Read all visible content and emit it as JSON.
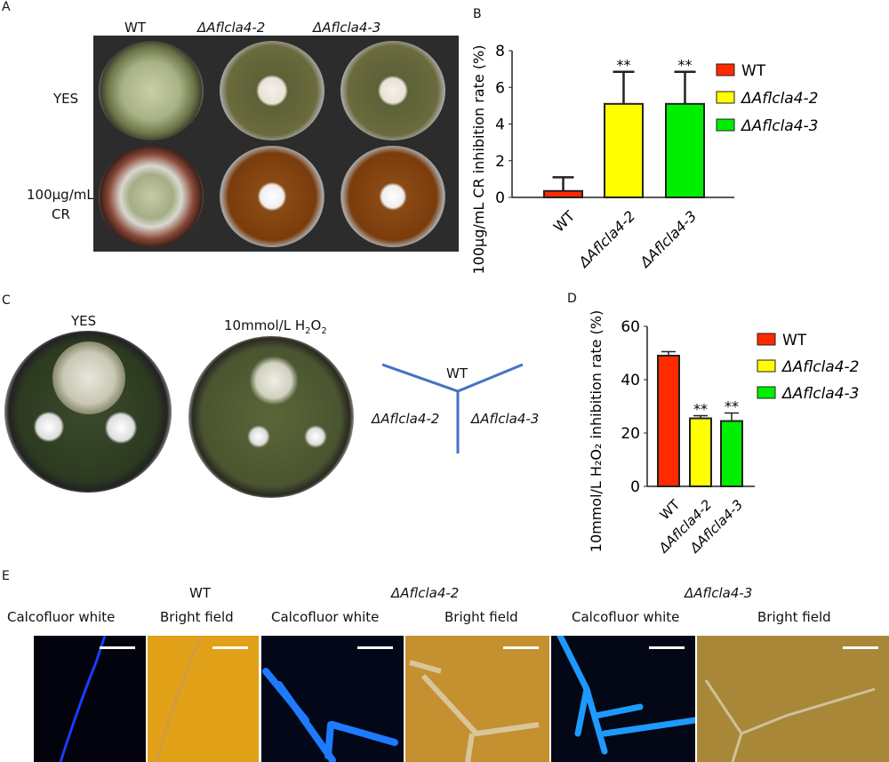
{
  "panel_labels": {
    "a": "A",
    "b": "B",
    "c": "C",
    "d": "D",
    "e": "E"
  },
  "panel_a": {
    "columns": [
      "WT",
      "ΔAflcla4-2",
      "ΔAflcla4-3"
    ],
    "rows": [
      "YES",
      "100μg/mL",
      "CR"
    ]
  },
  "panel_c": {
    "titles": [
      "YES",
      "10mmol/L H2O2"
    ],
    "diagram": {
      "top": "WT",
      "left": "ΔAflcla4-2",
      "right": "ΔAflcla4-3"
    }
  },
  "panel_e": {
    "strains": [
      "WT",
      "ΔAflcla4-2",
      "ΔAflcla4-3"
    ],
    "labels": [
      "Calcofluor white",
      "Bright field",
      "Calcofluor white",
      "Bright field",
      "Calcofluor white",
      "Bright field"
    ]
  },
  "colors": {
    "WT": "#ff2a00",
    "A2": "#ffff00",
    "A3": "#00ee00"
  },
  "chart_data": [
    {
      "id": "B",
      "type": "bar",
      "categories": [
        "WT",
        "ΔAflcla4-2",
        "ΔAflcla4-3"
      ],
      "values": [
        0.35,
        5.1,
        5.1
      ],
      "errors": [
        0.75,
        1.75,
        1.75
      ],
      "significance": [
        "",
        "**",
        "**"
      ],
      "ylabel": "100μg/mL CR inhibition rate (%)",
      "ylim": [
        0,
        8
      ],
      "yticks": [
        0,
        2,
        4,
        6,
        8
      ],
      "legend": [
        "WT",
        "ΔAflcla4-2",
        "ΔAflcla4-3"
      ],
      "legend_position": "right"
    },
    {
      "id": "D",
      "type": "bar",
      "categories": [
        "WT",
        "ΔAflcla4-2",
        "ΔAflcla4-3"
      ],
      "values": [
        49,
        25.5,
        24.5
      ],
      "errors": [
        1.5,
        1,
        3
      ],
      "significance": [
        "",
        "**",
        "**"
      ],
      "ylabel": "10mmol/L H2O2 inhibition rate (%)",
      "ylim": [
        0,
        60
      ],
      "yticks": [
        0,
        20,
        40,
        60
      ],
      "legend": [
        "WT",
        "ΔAflcla4-2",
        "ΔAflcla4-3"
      ],
      "legend_position": "right"
    }
  ]
}
